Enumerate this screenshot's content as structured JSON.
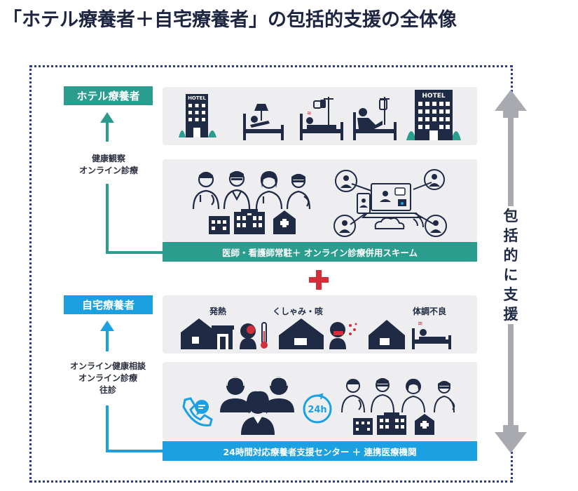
{
  "title": "「ホテル療養者＋自宅療養者」の包括的支援の全体像",
  "hotel": {
    "label": "ホテル療養者",
    "side_text_lines": [
      "健康観察",
      "オンライン診療"
    ],
    "hotel_sign": "HOTEL",
    "banner": "医師・看護師常駐＋ オンライン診療併用スキーム"
  },
  "plus_sign": "+",
  "home": {
    "label": "自宅療養者",
    "side_text_lines": [
      "オンライン健康相談",
      "オンライン診療",
      "往診"
    ],
    "symptoms": [
      "発熱",
      "くしゃみ・咳",
      "体調不良"
    ],
    "clock_text": "24h",
    "banner": "24時間対応療養者支援センター ＋ 連携医療機関"
  },
  "vertical_label": [
    "包",
    "括",
    "的",
    "に",
    "支",
    "援"
  ],
  "colors": {
    "teal": "#2a9d8f",
    "blue": "#1ba1e2",
    "navy": "#1f2a44",
    "red": "#d32f3a",
    "gray_arrow": "#a8aab0",
    "frame": "#2b3a8a"
  }
}
